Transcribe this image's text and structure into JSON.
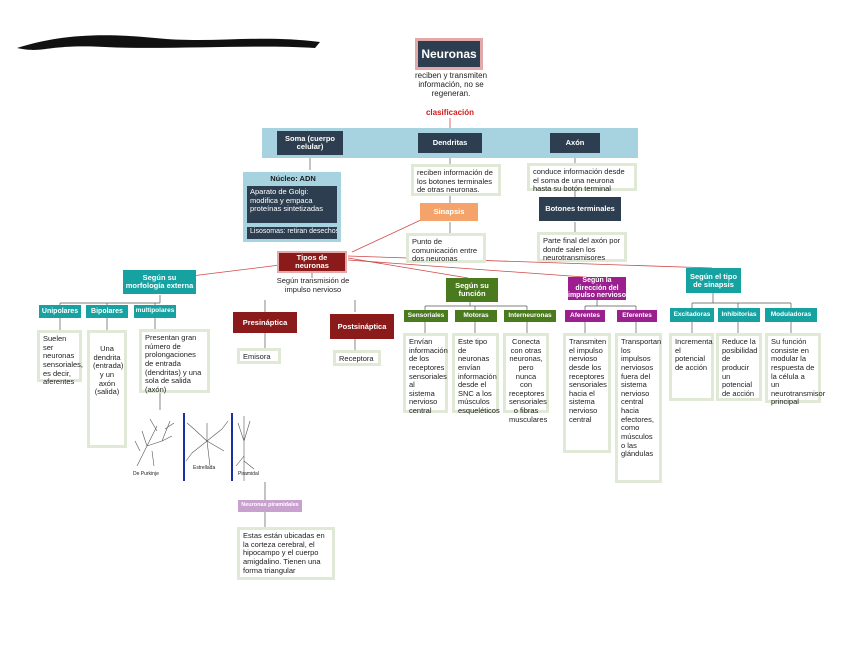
{
  "root": {
    "title": "Neuronas",
    "desc": "reciben y transmiten información, no se regeneran.",
    "link": "clasificación"
  },
  "parts": {
    "soma": "Soma (cuerpo celular)",
    "dendritas": "Dendritas",
    "axon": "Axón"
  },
  "soma_detail": {
    "nucleo": "Núcleo: ADN",
    "aparato": "Aparato de Golgi: modifica y empaca proteínas sintetizadas",
    "lisosomas": "Lisosomas: retiran desechos"
  },
  "dendritas_desc": "reciben información de los botones terminales de otras neuronas.",
  "sinapsis": {
    "label": "Sinapsis",
    "desc": "Punto de comunicación entre dos neuronas"
  },
  "axon_desc": "conduce información desde el soma de una neurona hasta su botón terminal",
  "botones": {
    "label": "Botones terminales",
    "desc": "Parte final del axón por donde salen los neurotransmisores"
  },
  "tipos": {
    "title": "Tipos de neuronas",
    "sub": "Según transmisión de impulso nervioso"
  },
  "morfologia": {
    "title": "Según su morfología externa",
    "unipolares": "Unipolares",
    "uni_desc": "Suelen ser neuronas sensoriales, es decir, aferentes",
    "bipolares": "Bipolares",
    "bi_desc": "Una dendrita (entrada) y un axón (salida)",
    "multipolares": "multipolares",
    "multi_desc": "Presentan gran número de prolongaciones de entrada (dendritas) y una sola de salida (axón)"
  },
  "images": {
    "purkinje": "De Purkinje",
    "estrellada": "Estrellada",
    "piramidal": "Piramidal"
  },
  "piramidales": {
    "label": "Neuronas piramidales",
    "desc": "Estas están ubicadas en la corteza cerebral, el hipocampo y el cuerpo amigdalino. Tienen una forma triangular"
  },
  "presinaptica": {
    "label": "Presináptica",
    "desc": "Emisora"
  },
  "postsinaptica": {
    "label": "Postsináptica",
    "desc": "Receptora"
  },
  "funcion": {
    "title": "Según su función",
    "sensoriales": "Sensoriales",
    "sens_desc": "Envían información de los receptores sensoriales al sistema nervioso central",
    "motoras": "Motoras",
    "mot_desc": "Este tipo de neuronas envían información desde el SNC a los músculos esqueléticos",
    "inter": "Interneuronas",
    "inter_desc": "Conecta con otras neuronas, pero nunca con receptores sensoriales o fibras musculares"
  },
  "direccion": {
    "title": "Según la dirección del impulso nervioso",
    "aferentes": "Aferentes",
    "af_desc": "Transmiten el impulso nervioso desde los receptores sensoriales hacia el sistema nervioso central",
    "eferentes": "Eferentes",
    "ef_desc": "Transportan los impulsos nerviosos fuera del sistema nervioso central hacia efectores, como músculos o las glándulas"
  },
  "sinapsis_tipo": {
    "title": "Según el tipo de sinapsis",
    "excitadoras": "Excitadoras",
    "exc_desc": "Incrementa el potencial de acción",
    "inhibitorias": "Inhibitorias",
    "inh_desc": "Reduce la posibilidad de producir un potencial de acción",
    "moduladoras": "Moduladoras",
    "mod_desc": "Su función consiste en modular la respuesta de la célula a un neurotransmisor principal"
  },
  "colors": {
    "navy": "#2d3e50",
    "teal": "#17a2a2",
    "red": "#8b1a1a",
    "green": "#4a7a1e",
    "purple": "#9b1f8e",
    "sinapsis": "#f4a46a",
    "band": "#a7d3e0"
  }
}
